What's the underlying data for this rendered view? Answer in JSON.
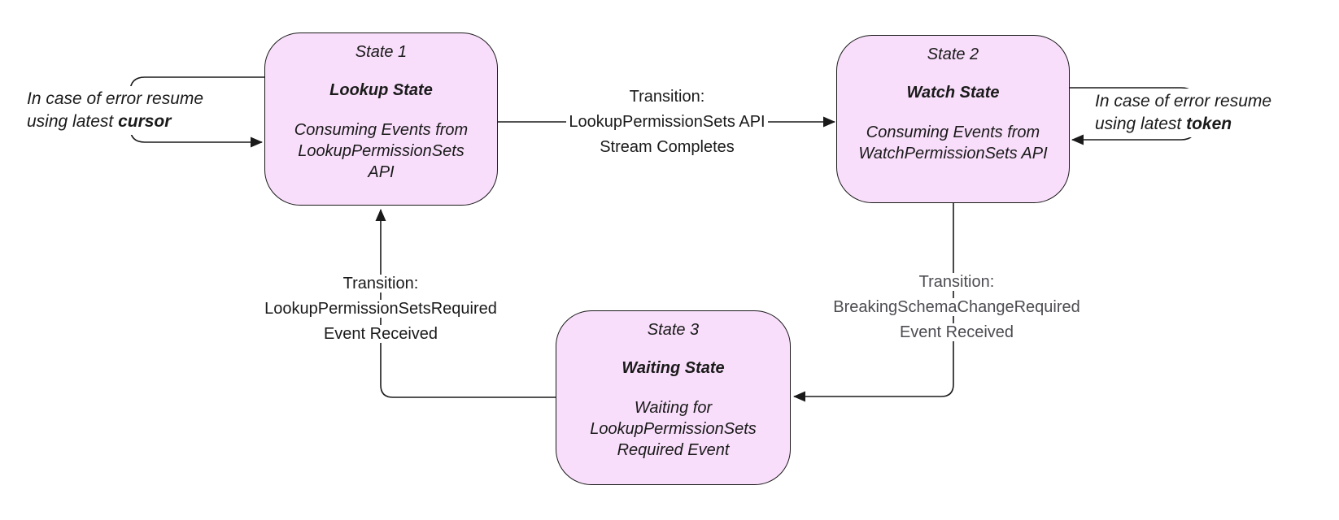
{
  "diagram": {
    "background": "#ffffff",
    "colors": {
      "state_fill": "#f8defa",
      "state_border": "#1a1a1a",
      "arrow": "#1a1a1a",
      "label_dark": "#1a1a1a",
      "label_muted": "#4c4c52"
    },
    "states": [
      {
        "label": "State 1",
        "name": "Lookup State",
        "description": "Consuming Events from LookupPermissionSets API"
      },
      {
        "label": "State 2",
        "name": "Watch State",
        "description": "Consuming Events from WatchPermissionSets API"
      },
      {
        "label": "State 3",
        "name": "Waiting State",
        "description": "Waiting for LookupPermissionSets Required Event"
      }
    ],
    "transitions": [
      {
        "from": "State 1",
        "to": "State 2",
        "lines": [
          "Transition:",
          "LookupPermissionSets API",
          "Stream Completes"
        ]
      },
      {
        "from": "State 2",
        "to": "State 3",
        "lines": [
          "Transition:",
          "BreakingSchemaChangeRequired",
          "Event Received"
        ]
      },
      {
        "from": "State 3",
        "to": "State 1",
        "lines": [
          "Transition:",
          "LookupPermissionSetsRequired",
          "Event Received"
        ]
      }
    ],
    "annotations": [
      {
        "target": "State 1",
        "line1": "In case of error resume",
        "line2_prefix": "using latest ",
        "keyword": "cursor"
      },
      {
        "target": "State 2",
        "line1": "In case of error resume",
        "line2_prefix": "using latest ",
        "keyword": "token"
      }
    ]
  }
}
